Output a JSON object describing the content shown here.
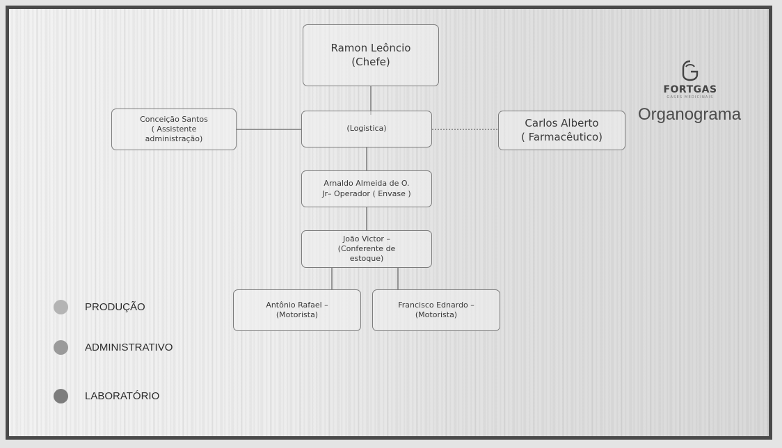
{
  "slide": {
    "title": "Organograma"
  },
  "logo": {
    "name": "FORTGAS",
    "tagline": "GASES MEDICINAIS"
  },
  "nodes": {
    "chefe": "Ramon Leôncio\n(Chefe)",
    "logistica": "(Logistica)",
    "assistente": "Conceição Santos\n( Assistente\nadministração)",
    "farmaceutico": "Carlos Alberto\n( Farmacêutico)",
    "operador": "Arnaldo Almeida de O.\nJr– Operador ( Envase )",
    "conferente": "João Victor –\n(Conferente de\nestoque)",
    "motorista1": "Antônio Rafael –\n(Motorista)",
    "motorista2": "Francisco Ednardo –\n(Motorista)"
  },
  "legend": [
    {
      "label": "PRODUÇÃO",
      "color": "#b4b4b4"
    },
    {
      "label": "ADMINISTRATIVO",
      "color": "#9a9a9a"
    },
    {
      "label": "LABORATÓRIO",
      "color": "#7d7d7d"
    }
  ]
}
